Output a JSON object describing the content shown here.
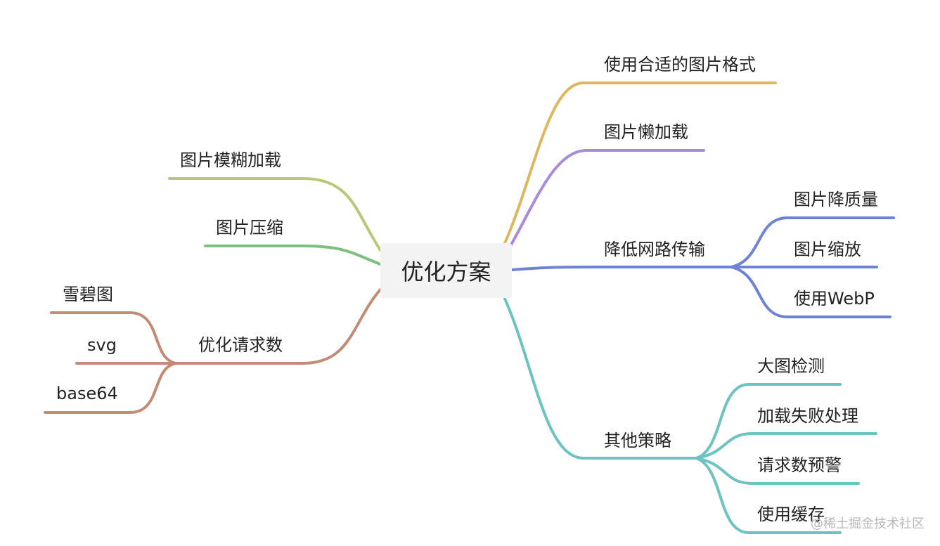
{
  "root": {
    "label": "优化方案"
  },
  "branches": {
    "format": {
      "label": "使用合适的图片格式",
      "color": "#DDB75E"
    },
    "lazy": {
      "label": "图片懒加载",
      "color": "#A98ADB"
    },
    "network": {
      "label": "降低网路传输",
      "color": "#6F83D6",
      "children": [
        "图片降质量",
        "图片缩放",
        "使用WebP"
      ]
    },
    "other": {
      "label": "其他策略",
      "color": "#6CC3C2",
      "children": [
        "大图检测",
        "加载失败处理",
        "请求数预警",
        "使用缓存"
      ]
    },
    "blur": {
      "label": "图片模糊加载",
      "color": "#B7C976"
    },
    "compress": {
      "label": "图片压缩",
      "color": "#7CC07F"
    },
    "requests": {
      "label": "优化请求数",
      "color": "#C28B76",
      "children": [
        "雪碧图",
        "svg",
        "base64"
      ]
    }
  },
  "watermark": "@稀土掘金技术社区"
}
